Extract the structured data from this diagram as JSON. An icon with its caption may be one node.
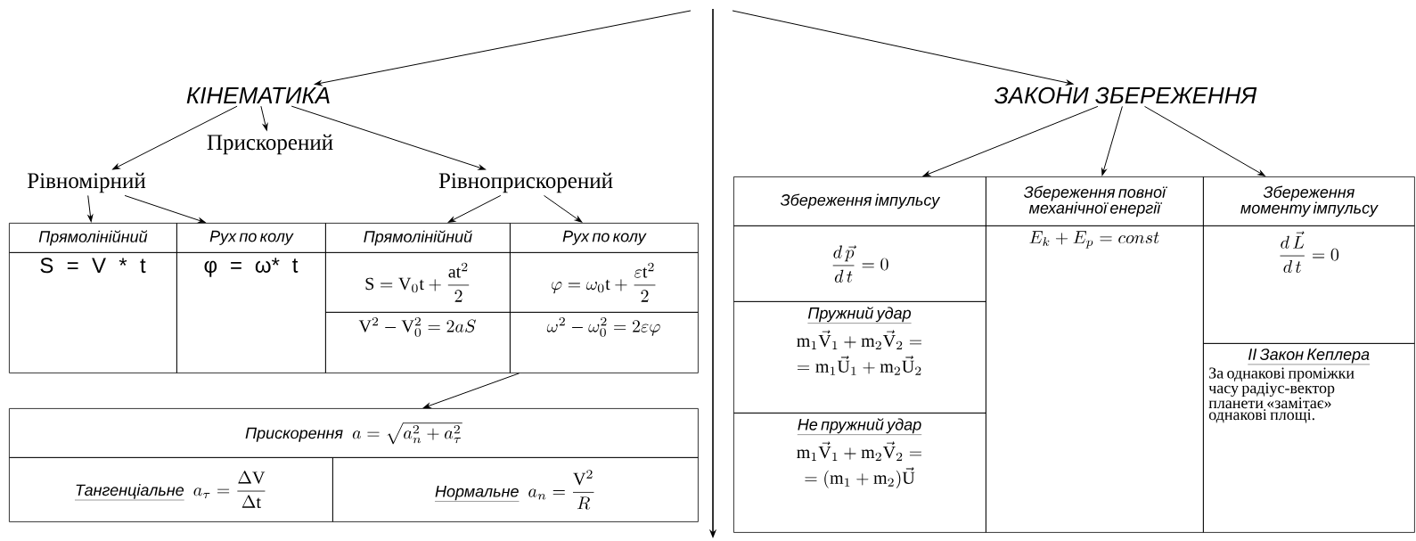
{
  "diagram": {
    "nodes": [
      {
        "text": [
          "КІНЕМАТИКА"
        ]
      },
      {
        "text": [
          "Прискорений"
        ]
      },
      {
        "text": [
          "Рівномірний"
        ]
      },
      {
        "text": [
          "Рівноприскорений"
        ]
      },
      {
        "text": [
          "Прямолінійний"
        ]
      },
      {
        "text": [
          "Рух по колу"
        ]
      },
      {
        "text": [
          "Прямолінійний"
        ]
      },
      {
        "text": [
          "Рух по колу"
        ]
      },
      {
        "text": [
          "S = V * t"
        ]
      },
      {
        "text": [
          "φ = ω* t"
        ]
      },
      {
        "text": [
          "\\mathrm{S} = \\mathrm{V}_0\\mathrm{t} + \\frac{\\mathrm{at}^2}{2}"
        ]
      },
      {
        "text": [
          "\\varphi = \\omega_0\\mathrm{t} + \\frac{\\varepsilon\\mathrm{t}^2}{2}"
        ]
      },
      {
        "text": [
          "\\mathrm{V}^2 - \\mathrm{V}_0^2 = 2aS"
        ]
      },
      {
        "text": [
          "\\omega^2 - \\omega_0^2 = 2\\varepsilon\\varphi"
        ]
      },
      {
        "text": [
          "Прискорення",
          "a = \\sqrt{a_n^2 + a_\\tau^2}"
        ]
      },
      {
        "text": [
          "Тангенціальне",
          "a_\\tau = \\frac{\\Delta\\mathrm{V}}{\\Delta\\mathrm{t}}"
        ]
      },
      {
        "text": [
          "Нормальне",
          "a_n = \\frac{\\mathrm{V}^2}{R}"
        ]
      },
      {
        "text": [
          "ЗАКОНИ ЗБЕРЕЖЕННЯ"
        ]
      },
      {
        "text": [
          "Збереження імпульсу"
        ]
      },
      {
        "text": [
          "Збереження повної механічної енергії"
        ]
      },
      {
        "text": [
          "Збереження моменту імпульсу"
        ]
      },
      {
        "text": [
          "\\frac{d\\,\\vec{p}}{d\\,t} = 0"
        ]
      },
      {
        "text": [
          "Пружний удар",
          "\\mathrm{m}_1\\vec{\\mathrm{V}}_1 + \\mathrm{m}_2\\vec{\\mathrm{V}}_2 =",
          "= \\mathrm{m}_1\\vec{\\mathrm{U}}_1 + \\mathrm{m}_2\\vec{\\mathrm{U}}_2"
        ]
      },
      {
        "text": [
          "Не пружний удар",
          "\\mathrm{m}_1\\vec{\\mathrm{V}}_1 + \\mathrm{m}_2\\vec{\\mathrm{V}}_2 =",
          "= (\\mathrm{m}_1 + \\mathrm{m}_2)\\vec{\\mathrm{U}}"
        ]
      },
      {
        "text": [
          "E_k + E_p = const"
        ]
      },
      {
        "text": [
          "\\frac{d\\,\\vec{L}}{d\\,t} = 0"
        ]
      },
      {
        "text": [
          "II Закон Кеплера",
          "За однакові проміжки часу радіус-вектор планети «замітає» однакові площі."
        ]
      }
    ],
    "edges": [
      {
        "from": null,
        "to": 0,
        "arrow": "to"
      },
      {
        "from": null,
        "to": 17,
        "arrow": "to"
      },
      {
        "from": 0,
        "to": 2,
        "arrow": "to"
      },
      {
        "from": 0,
        "to": 1,
        "arrow": "to"
      },
      {
        "from": 0,
        "to": 3,
        "arrow": "to"
      },
      {
        "from": 2,
        "to": 4,
        "arrow": "to"
      },
      {
        "from": 2,
        "to": 5,
        "arrow": "to"
      },
      {
        "from": 3,
        "to": 6,
        "arrow": "to"
      },
      {
        "from": 3,
        "to": 7,
        "arrow": "to"
      },
      {
        "from": 13,
        "to": 14,
        "arrow": "to"
      },
      {
        "from": 17,
        "to": 18,
        "arrow": "to"
      },
      {
        "from": 17,
        "to": 19,
        "arrow": "to"
      },
      {
        "from": 17,
        "to": 20,
        "arrow": "to"
      }
    ]
  }
}
